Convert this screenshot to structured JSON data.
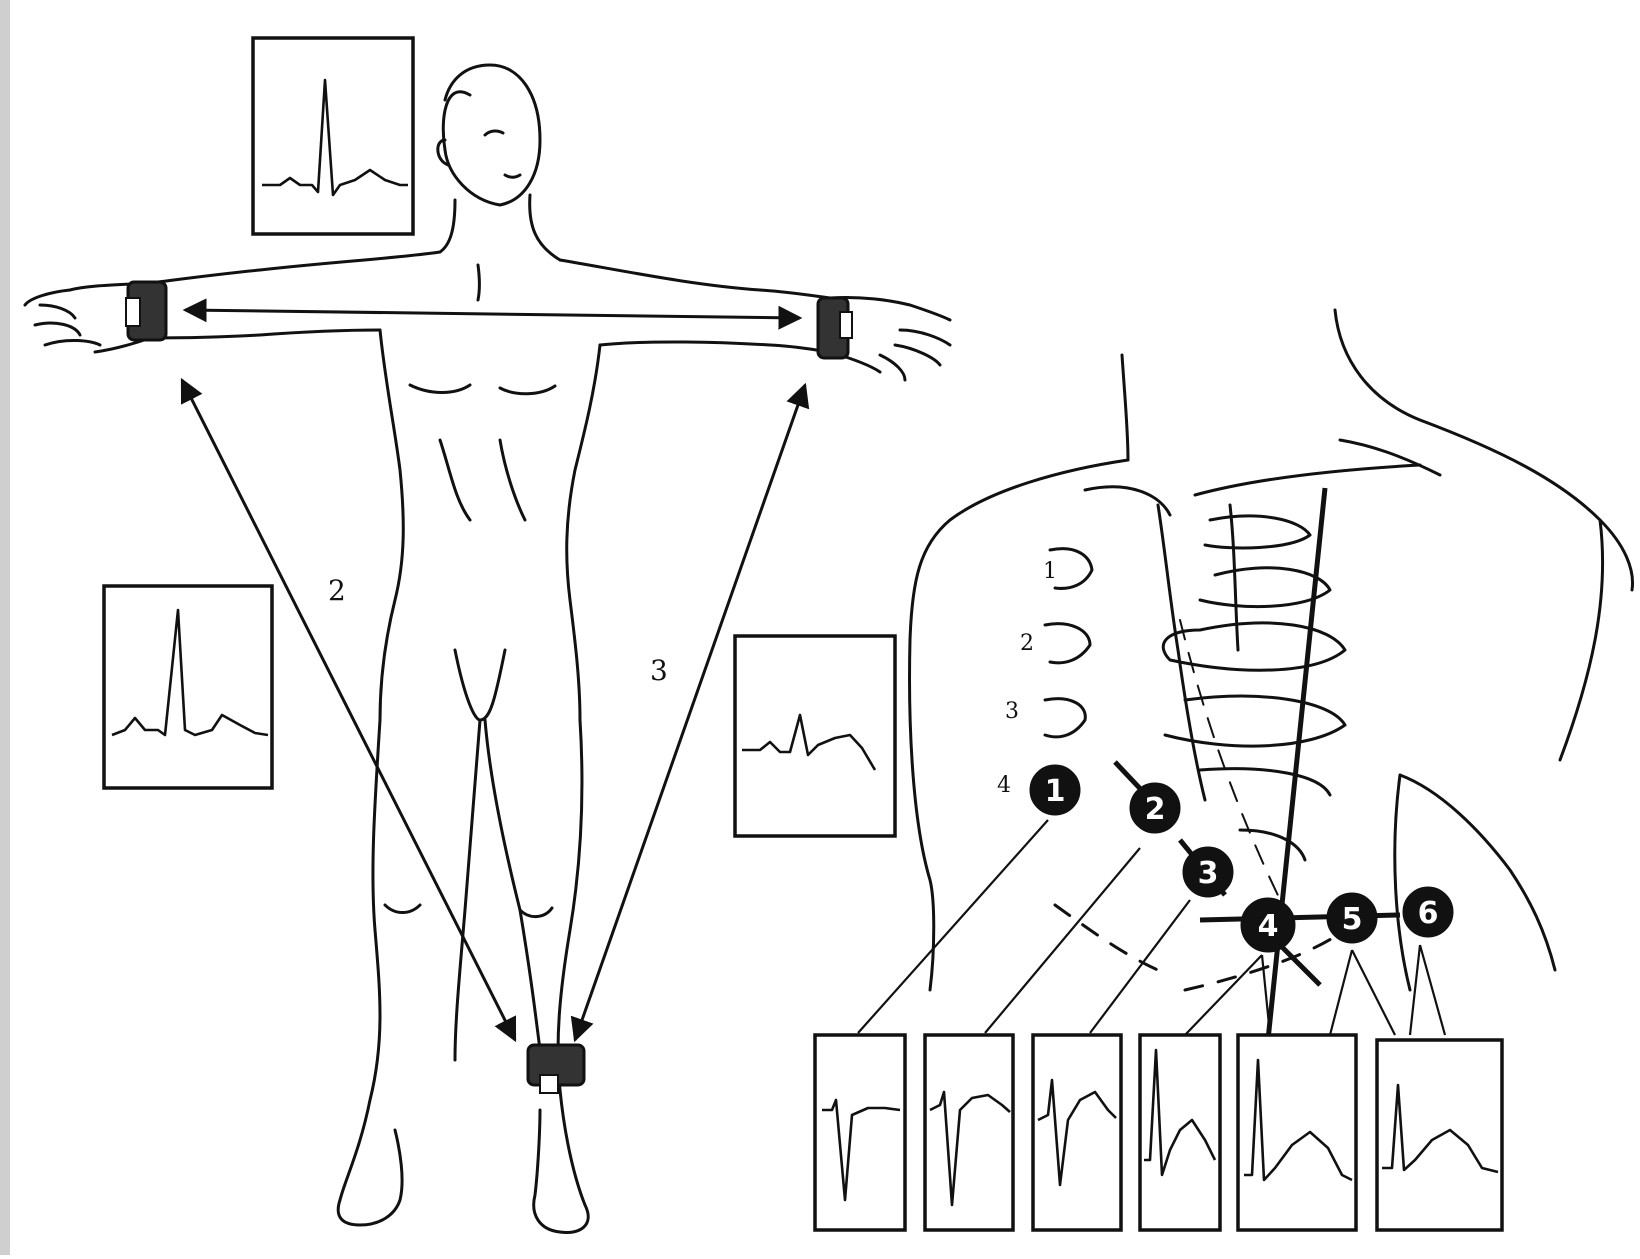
{
  "figure": {
    "limb_lead_numbers": [
      "2",
      "3"
    ],
    "intercostal_space_labels": [
      "1",
      "2",
      "3",
      "4"
    ],
    "chest_electrodes": [
      "1",
      "2",
      "3",
      "4",
      "5",
      "6"
    ]
  }
}
